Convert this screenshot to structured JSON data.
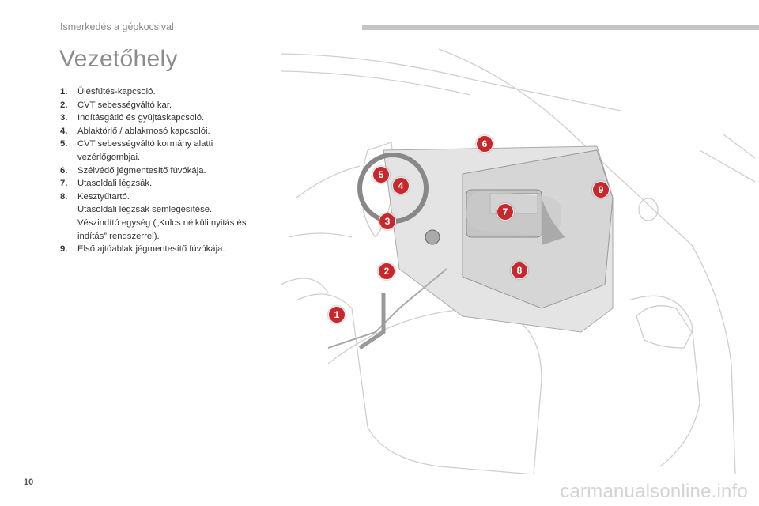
{
  "header": {
    "section": "Ismerkedés a gépkocsival",
    "title": "Vezetőhely"
  },
  "items": [
    {
      "num": "1.",
      "lines": [
        "Ülésfűtés-kapcsoló."
      ]
    },
    {
      "num": "2.",
      "lines": [
        "CVT sebességváltó kar."
      ]
    },
    {
      "num": "3.",
      "lines": [
        "Indításgátló és gyújtáskapcsoló."
      ]
    },
    {
      "num": "4.",
      "lines": [
        "Ablaktörlő / ablakmosó kapcsolói."
      ]
    },
    {
      "num": "5.",
      "lines": [
        "CVT sebességváltó kormány alatti vezérlőgombjai."
      ]
    },
    {
      "num": "6.",
      "lines": [
        "Szélvédő jégmentesítő fúvókája."
      ]
    },
    {
      "num": "7.",
      "lines": [
        "Utasoldali légzsák."
      ]
    },
    {
      "num": "8.",
      "lines": [
        "Kesztyűtartó.",
        "Utasoldali légzsák semlegesítése.",
        "Vészindító egység („Kulcs nélküli nyitás és indítás” rendszerrel)."
      ]
    },
    {
      "num": "9.",
      "lines": [
        "Első ajtóablak jégmentesítő fúvókája."
      ]
    }
  ],
  "callouts": [
    "1",
    "2",
    "3",
    "4",
    "5",
    "6",
    "7",
    "8",
    "9"
  ],
  "footer": {
    "page": "10",
    "watermark": "carmanualsonline.info"
  },
  "colors": {
    "accent": "#c8282c",
    "title": "#8c8c8c"
  }
}
